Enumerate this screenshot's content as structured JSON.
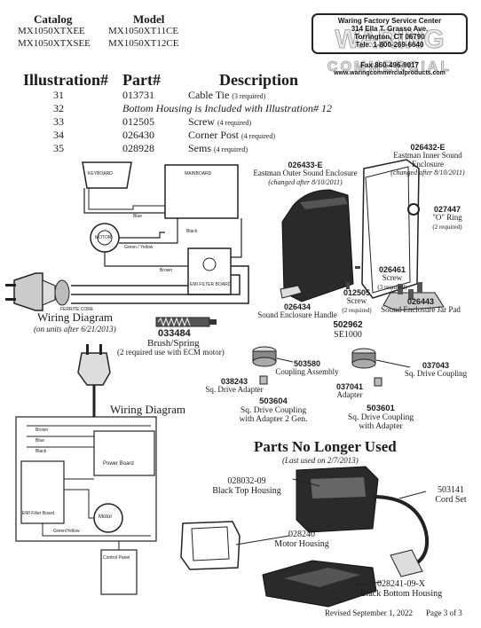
{
  "header": {
    "catalog_label": "Catalog",
    "model_label": "Model",
    "catalog_1": "MX1050XTXEE",
    "catalog_2": "MX1050XTXSEE",
    "model_1": "MX1050XT11CE",
    "model_2": "MX1050XT12CE"
  },
  "logo": {
    "line1": "Waring Factory Service Center",
    "line2": "314 Ella T. Grasso Ave.",
    "line3": "Torrington, CT 06790",
    "line4": "Tele. 1-800-269-6640",
    "line5": "Fax 860-496-9017",
    "line6": "www.waringcommercialproducts.com",
    "brand": "WARING",
    "brand_sub": "COMMERCIAL"
  },
  "table": {
    "col_illustration": "Illustration#",
    "col_part": "Part#",
    "col_description": "Description",
    "rows": [
      {
        "ill": "31",
        "part": "013731",
        "desc": "Cable Tie",
        "qty": "(3 required)"
      },
      {
        "ill": "32",
        "part": "",
        "desc": "Bottom Housing is Included with Illustration# 12",
        "qty": ""
      },
      {
        "ill": "33",
        "part": "012505",
        "desc": "Screw",
        "qty": "(4 required)"
      },
      {
        "ill": "34",
        "part": "026430",
        "desc": "Corner Post",
        "qty": "(4 required)"
      },
      {
        "ill": "35",
        "part": "028928",
        "desc": "Sems",
        "qty": "(4 required)"
      }
    ]
  },
  "wiring1": {
    "keyboard": "KEYBOARD",
    "mainboard": "MAINBOARD",
    "motor": "MOTOR",
    "ferrite": "FERRITE CORE",
    "emi": "EMI FILTER BOARD",
    "wire_blue": "Blue",
    "wire_black": "Black",
    "wire_green": "Green / Yellow",
    "wire_brown": "Brown",
    "title": "Wiring Diagram",
    "subtitle": "(on units after 6/21/2013)"
  },
  "wiring2": {
    "title": "Wiring Diagram",
    "power_board": "Power Board",
    "emi": "EMI Filter Board",
    "motor": "Motor",
    "control_panel": "Control Panel",
    "wire_brown": "Brown",
    "wire_blue": "Blue",
    "wire_black": "Black",
    "wire_green": "Green/Yellow"
  },
  "brush": {
    "part": "033484",
    "name": "Brush/Spring",
    "note": "(2 required use with ECM motor)"
  },
  "parts": {
    "p026432": {
      "part": "026432-E",
      "name": "Eastman Inner Sound Enclosure",
      "note": "(changed after 8/10/2011)"
    },
    "p026433": {
      "part": "026433-E",
      "name": "Eastman Outer Sound Enclosure",
      "note": "(changed after 8/10/2011)"
    },
    "p027447": {
      "part": "027447",
      "name": "\"O\" Ring",
      "note": "(2 required)"
    },
    "p026461": {
      "part": "026461",
      "name": "Screw",
      "note": "(3 required)"
    },
    "p012505": {
      "part": "012505",
      "name": "Screw",
      "note": "(2 required)"
    },
    "p026434": {
      "part": "026434",
      "name": "Sound Enclosure Handle"
    },
    "p502962": {
      "part": "502962",
      "name": "SE1000"
    },
    "p026443": {
      "part": "026443",
      "name": "Sound Enclosure Jar Pad"
    },
    "p503580": {
      "part": "503580",
      "name": "Coupling Assembly"
    },
    "p038243": {
      "part": "038243",
      "name": "Sq. Drive Adapter"
    },
    "p503604": {
      "part": "503604",
      "name": "Sq. Drive Coupling",
      "name2": "with Adapter 2 Gen."
    },
    "p043037": {
      "part": "037043",
      "name": "Sq. Drive Coupling"
    },
    "p037041": {
      "part": "037041",
      "name": "Adapter"
    },
    "p503601": {
      "part": "503601",
      "name": "Sq. Drive Coupling",
      "name2": "with Adapter"
    }
  },
  "no_longer": {
    "title": "Parts No Longer Used",
    "subtitle": "(Last used on 2/7/2013)",
    "p028032": {
      "part": "028032-09",
      "name": "Black Top Housing"
    },
    "p503141": {
      "part": "503141",
      "name": "Cord Set"
    },
    "p028240": {
      "part": "028240",
      "name": "Motor Housing"
    },
    "p028241": {
      "part": "028241-09-X",
      "name": "Black Bottom Housing"
    }
  },
  "footer": {
    "revised": "Revised September 1, 2022",
    "page": "Page 3 of 3"
  }
}
